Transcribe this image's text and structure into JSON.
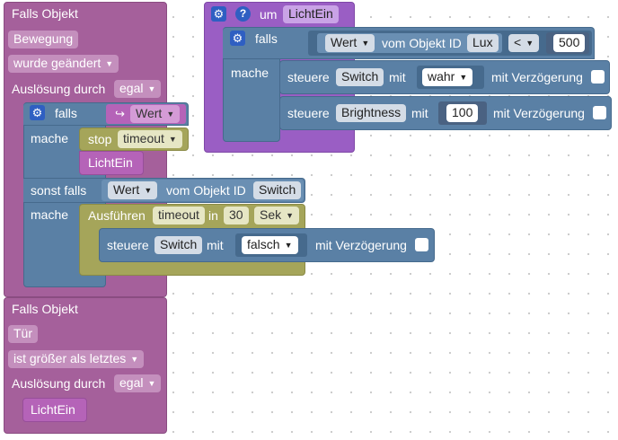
{
  "event1": {
    "title": "Falls Objekt",
    "object": "Bewegung",
    "condition": "wurde geändert",
    "trigger_label": "Auslösung durch",
    "trigger_value": "egal"
  },
  "if1": {
    "falls": "falls",
    "var_value": "Wert",
    "mache1": "mache",
    "stop_label": "stop",
    "stop_value": "timeout",
    "call": "LichtEin",
    "sonst_falls": "sonst falls",
    "cond_value": "Wert",
    "vom_objekt": "vom Objekt ID",
    "cond_object": "Switch",
    "mache2": "mache",
    "run_label": "Ausführen",
    "run_name": "timeout",
    "run_in": "in",
    "run_num": "30",
    "run_unit": "Sek",
    "steuere": "steuere",
    "steuere_object": "Switch",
    "mit": "mit",
    "steuere_value": "falsch",
    "delay": "mit Verzögerung"
  },
  "event2": {
    "title": "Falls Objekt",
    "object": "Tür",
    "condition": "ist größer als letztes",
    "trigger_label": "Auslösung durch",
    "trigger_value": "egal",
    "call": "LichtEin"
  },
  "func": {
    "um": "um",
    "name": "LichtEin",
    "falls": "falls",
    "cond_value": "Wert",
    "vom_objekt": "vom Objekt ID",
    "cond_object": "Lux",
    "op": "<",
    "number": "500",
    "mache": "mache",
    "s1_label": "steuere",
    "s1_object": "Switch",
    "s1_mit": "mit",
    "s1_value": "wahr",
    "s1_delay": "mit Verzögerung",
    "s2_label": "steuere",
    "s2_object": "Brightness",
    "s2_mit": "mit",
    "s2_value": "100",
    "s2_delay": "mit Verzögerung"
  },
  "colors": {
    "event": "#a5609b",
    "logic": "#5a80a5",
    "timer": "#a5a55a",
    "function": "#9a5ec4"
  }
}
